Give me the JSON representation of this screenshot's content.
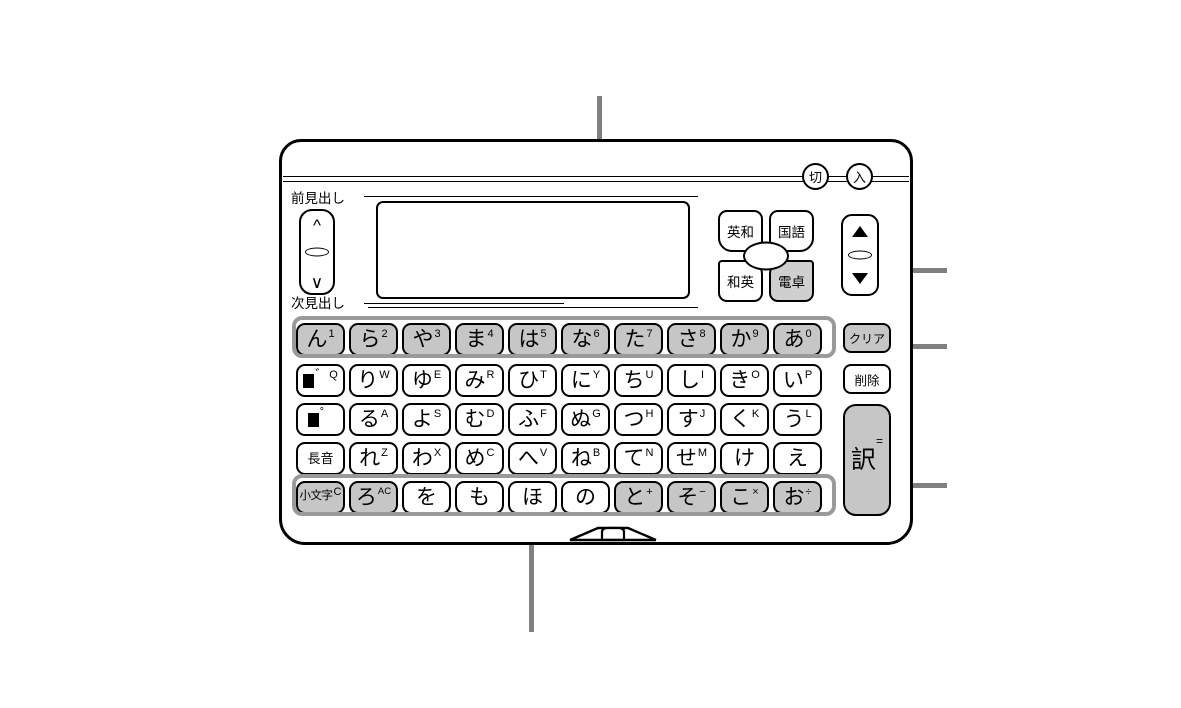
{
  "device": {
    "name": "electronic-dictionary",
    "labels": {
      "prev_entry": "前見出し",
      "next_entry": "次見出し"
    },
    "power": {
      "off": "切",
      "on": "入"
    },
    "mode_keys": [
      {
        "label": "英和",
        "name": "mode-eiwa",
        "highlighted": false
      },
      {
        "label": "国語",
        "name": "mode-kokugo",
        "highlighted": false
      },
      {
        "label": "和英",
        "name": "mode-waei",
        "highlighted": false
      },
      {
        "label": "電卓",
        "name": "mode-dentaku",
        "highlighted": true
      }
    ],
    "special_keys": {
      "clear": "クリア",
      "delete": "削除",
      "translate_main": "訳",
      "translate_sup": "="
    },
    "display": {
      "content": ""
    },
    "keyboard": {
      "rows": [
        {
          "id": "row-numbers",
          "highlighted": true,
          "keys": [
            {
              "main": "ん",
              "sup": "1"
            },
            {
              "main": "ら",
              "sup": "2"
            },
            {
              "main": "や",
              "sup": "3"
            },
            {
              "main": "ま",
              "sup": "4"
            },
            {
              "main": "は",
              "sup": "5"
            },
            {
              "main": "な",
              "sup": "6"
            },
            {
              "main": "た",
              "sup": "7"
            },
            {
              "main": "さ",
              "sup": "8"
            },
            {
              "main": "か",
              "sup": "9"
            },
            {
              "main": "あ",
              "sup": "0"
            }
          ]
        },
        {
          "id": "row-qwerty-top",
          "highlighted": false,
          "keys": [
            {
              "main": "■゛",
              "sup": "Q",
              "glyph": "dakuten"
            },
            {
              "main": "り",
              "sup": "W"
            },
            {
              "main": "ゆ",
              "sup": "E"
            },
            {
              "main": "み",
              "sup": "R"
            },
            {
              "main": "ひ",
              "sup": "T"
            },
            {
              "main": "に",
              "sup": "Y"
            },
            {
              "main": "ち",
              "sup": "U"
            },
            {
              "main": "し",
              "sup": "I"
            },
            {
              "main": "き",
              "sup": "O"
            },
            {
              "main": "い",
              "sup": "P"
            }
          ]
        },
        {
          "id": "row-qwerty-home",
          "highlighted": false,
          "keys": [
            {
              "main": "■゜",
              "sup": "",
              "glyph": "handakuten"
            },
            {
              "main": "る",
              "sup": "A"
            },
            {
              "main": "よ",
              "sup": "S"
            },
            {
              "main": "む",
              "sup": "D"
            },
            {
              "main": "ふ",
              "sup": "F"
            },
            {
              "main": "ぬ",
              "sup": "G"
            },
            {
              "main": "つ",
              "sup": "H"
            },
            {
              "main": "す",
              "sup": "J"
            },
            {
              "main": "く",
              "sup": "K"
            },
            {
              "main": "う",
              "sup": "L"
            }
          ]
        },
        {
          "id": "row-qwerty-bottom",
          "highlighted": false,
          "keys": [
            {
              "main": "長音",
              "sup": "",
              "size": "small"
            },
            {
              "main": "れ",
              "sup": "Z"
            },
            {
              "main": "わ",
              "sup": "X"
            },
            {
              "main": "め",
              "sup": "C"
            },
            {
              "main": "へ",
              "sup": "V"
            },
            {
              "main": "ね",
              "sup": "B"
            },
            {
              "main": "て",
              "sup": "N"
            },
            {
              "main": "せ",
              "sup": "M"
            },
            {
              "main": "け",
              "sup": ""
            },
            {
              "main": "え",
              "sup": ""
            }
          ]
        },
        {
          "id": "row-symbols",
          "highlighted": true,
          "keys": [
            {
              "main": "小文字",
              "sup": "C",
              "size": "tiny",
              "gray": true
            },
            {
              "main": "ろ",
              "sup": "AC",
              "gray": true
            },
            {
              "main": "を",
              "sup": "",
              "gray": false
            },
            {
              "main": "も",
              "sup": "",
              "gray": false
            },
            {
              "main": "ほ",
              "sup": "",
              "gray": false
            },
            {
              "main": "の",
              "sup": "",
              "gray": false
            },
            {
              "main": "と",
              "sup": "+",
              "gray": true
            },
            {
              "main": "そ",
              "sup": "−",
              "gray": true
            },
            {
              "main": "こ",
              "sup": "×",
              "gray": true
            },
            {
              "main": "お",
              "sup": "÷",
              "gray": true
            }
          ]
        }
      ]
    }
  },
  "callouts": [
    {
      "name": "callout-number-keys",
      "target": "な key / number row"
    },
    {
      "name": "callout-dentaku-key",
      "target": "電卓 key"
    },
    {
      "name": "callout-clear-key",
      "target": "クリア key"
    },
    {
      "name": "callout-translate-key",
      "target": "訳 key"
    },
    {
      "name": "callout-symbol-keys",
      "target": "symbol / operator row"
    }
  ],
  "colors": {
    "outline": "#000000",
    "key_gray": "#c6c6c6",
    "highlight_gray": "#9a9a9a",
    "leader_gray": "#808080",
    "background": "#ffffff"
  }
}
